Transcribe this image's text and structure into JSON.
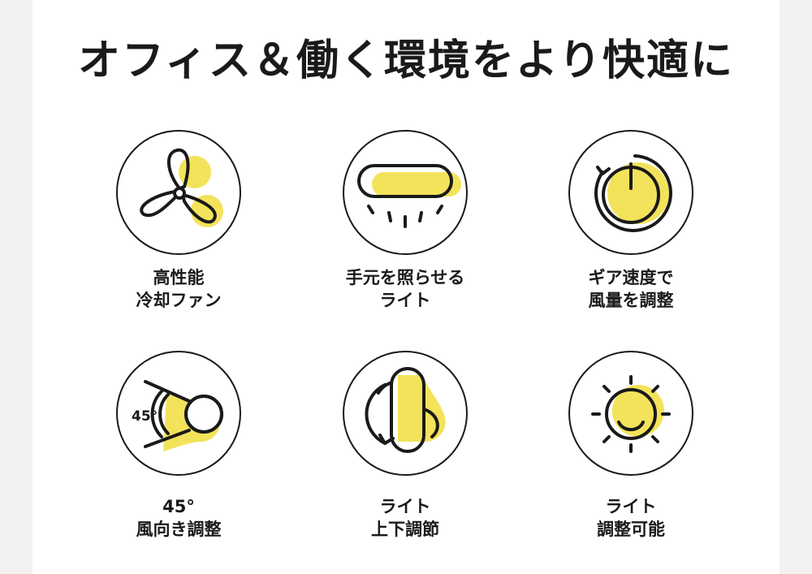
{
  "title": "オフィス＆働く環境をより快適に",
  "colors": {
    "accent": "#f3e35b",
    "stroke": "#1a1a1a",
    "background": "#ffffff"
  },
  "features": [
    {
      "icon": "fan-icon",
      "line1": "高性能",
      "line2": "冷却ファン"
    },
    {
      "icon": "desk-light-icon",
      "line1": "手元を照らせる",
      "line2": "ライト"
    },
    {
      "icon": "speed-dial-icon",
      "line1": "ギア速度で",
      "line2": "風量を調整"
    },
    {
      "icon": "angle-fan-icon",
      "angle_text": "45°",
      "line1": "45°",
      "line2": "風向き調整"
    },
    {
      "icon": "light-rotate-icon",
      "line1": "ライト",
      "line2": "上下調節"
    },
    {
      "icon": "sun-brightness-icon",
      "line1": "ライト",
      "line2": "調整可能"
    }
  ]
}
